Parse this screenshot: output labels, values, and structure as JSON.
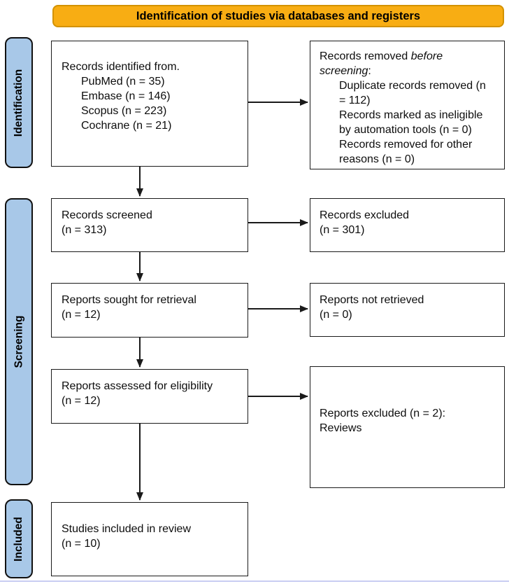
{
  "banner": {
    "label": "Identification of studies via databases and registers"
  },
  "stages": {
    "identification": "Identification",
    "screening": "Screening",
    "included": "Included"
  },
  "boxes": {
    "identified": {
      "title": "Records identified from.",
      "items": [
        "PubMed (n = 35)",
        "Embase (n = 146)",
        "Scopus (n = 223)",
        "Cochrane (n = 21)"
      ]
    },
    "removed": {
      "prefix": "Records removed ",
      "italic": "before screening",
      "suffix": ":",
      "items": [
        "Duplicate records removed (n = 112)",
        "Records marked as ineligible by automation tools (n = 0)",
        "Records removed for other reasons (n = 0)"
      ]
    },
    "screened": {
      "line1": "Records screened",
      "line2": "(n = 313)"
    },
    "records_excluded": {
      "line1": "Records excluded",
      "line2": "(n = 301)"
    },
    "sought": {
      "line1": "Reports sought for retrieval",
      "line2": "(n = 12)"
    },
    "not_retrieved": {
      "line1": "Reports not retrieved",
      "line2": "(n = 0)"
    },
    "assessed": {
      "line1": "Reports assessed for eligibility",
      "line2": "(n = 12)"
    },
    "reports_excluded": {
      "line1": "Reports excluded (n = 2):",
      "line2": "Reviews"
    },
    "included_box": {
      "line1": "Studies included in review",
      "line2": "(n = 10)"
    }
  },
  "colors": {
    "banner_bg": "#F8AD13",
    "banner_border": "#D39200",
    "stage_bg": "#A8C8E8",
    "line_color": "#1a1a1a",
    "divider": "#c9cdf2"
  }
}
